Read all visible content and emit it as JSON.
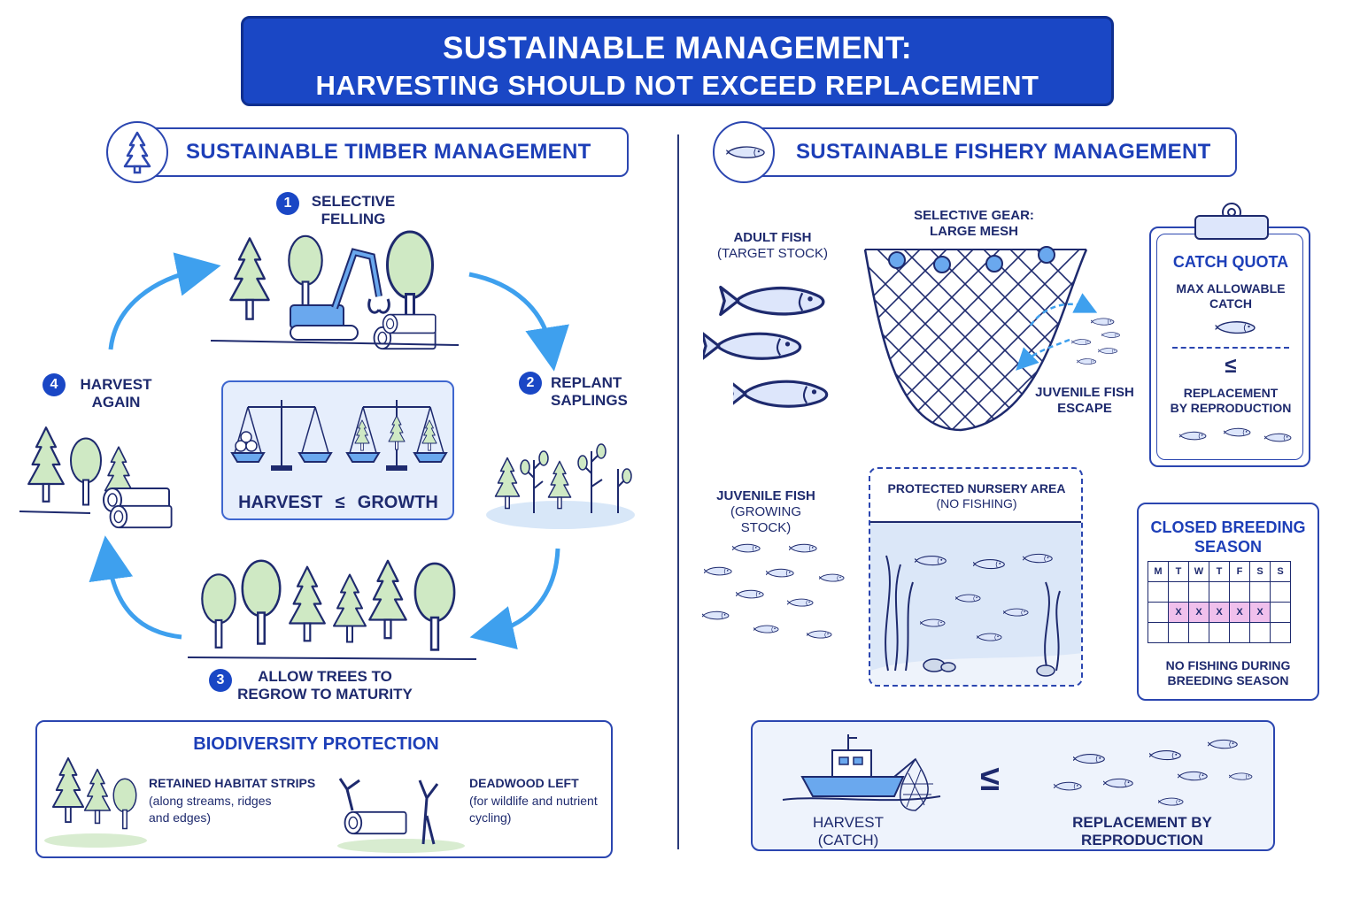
{
  "title": {
    "line1": "SUSTAINABLE MANAGEMENT:",
    "line2": "HARVESTING SHOULD NOT EXCEED REPLACEMENT"
  },
  "timber": {
    "header": "SUSTAINABLE TIMBER MANAGEMENT",
    "icon": "tree-icon",
    "steps": [
      {
        "num": "1",
        "line1": "SELECTIVE",
        "line2": "FELLING"
      },
      {
        "num": "2",
        "line1": "REPLANT",
        "line2": "SAPLINGS"
      },
      {
        "num": "3",
        "line1": "ALLOW TREES TO",
        "line2": "REGROW TO MATURITY"
      },
      {
        "num": "4",
        "line1": "HARVEST",
        "line2": "AGAIN"
      }
    ],
    "balance": {
      "left": "HARVEST",
      "symbol": "≤",
      "right": "GROWTH"
    },
    "biodiversity": {
      "title": "BIODIVERSITY PROTECTION",
      "strips_title": "RETAINED HABITAT STRIPS",
      "strips_detail1": "(along streams, ridges",
      "strips_detail2": "and edges)",
      "deadwood_title": "DEADWOOD LEFT",
      "deadwood_detail1": "(for wildlife and nutrient",
      "deadwood_detail2": "cycling)"
    }
  },
  "fishery": {
    "header": "SUSTAINABLE FISHERY MANAGEMENT",
    "icon": "fish-icon",
    "adult": {
      "line1": "ADULT FISH",
      "line2": "(TARGET STOCK)"
    },
    "gear": {
      "line1": "SELECTIVE GEAR:",
      "line2": "LARGE MESH"
    },
    "escape": {
      "line1": "JUVENILE FISH",
      "line2": "ESCAPE"
    },
    "quota": {
      "title": "CATCH QUOTA",
      "line1": "MAX ALLOWABLE",
      "line2": "CATCH",
      "symbol": "≤",
      "line3": "REPLACEMENT",
      "line4": "BY REPRODUCTION"
    },
    "juvenile": {
      "line1": "JUVENILE FISH",
      "line2": "(GROWING STOCK)"
    },
    "nursery": {
      "line1": "PROTECTED NURSERY AREA",
      "line2": "(NO FISHING)"
    },
    "breeding": {
      "title1": "CLOSED BREEDING",
      "title2": "SEASON",
      "days": [
        "M",
        "T",
        "W",
        "T",
        "F",
        "S",
        "S"
      ],
      "closed": [
        "X",
        "X",
        "X",
        "X",
        "X"
      ],
      "note1": "NO FISHING DURING",
      "note2": "BREEDING SEASON"
    },
    "bottom": {
      "harvest1": "HARVEST",
      "harvest2": "(CATCH)",
      "symbol": "≤",
      "repl1": "REPLACEMENT BY",
      "repl2": "REPRODUCTION"
    }
  },
  "colors": {
    "brand_blue": "#1a47c5",
    "outline": "#2b46b0",
    "tree_fill": "#cfe9c4",
    "arrow": "#3ea0ee",
    "fish_fill": "#dde6fb",
    "calendar_mark": "#f0c0ec"
  }
}
